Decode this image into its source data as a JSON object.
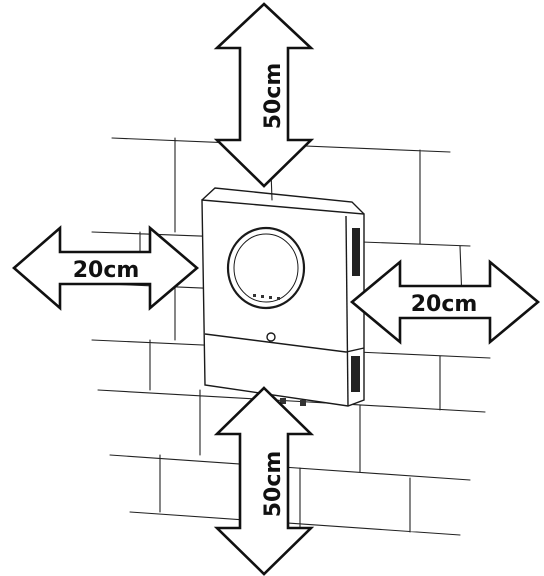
{
  "diagram": {
    "labels": {
      "top": "50cm",
      "left": "20cm",
      "right": "20cm",
      "bottom": "50cm"
    },
    "colors": {
      "stroke": "#111111",
      "background": "#ffffff"
    }
  }
}
